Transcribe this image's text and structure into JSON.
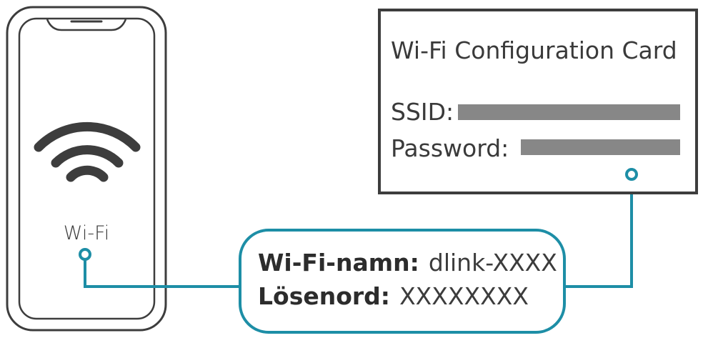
{
  "phone": {
    "wifi_label": "Wi-Fi"
  },
  "card": {
    "title": "Wi-Fi Configuration Card",
    "ssid_label": "SSID:",
    "password_label": "Password:"
  },
  "bubble": {
    "name_label": "Wi-Fi-namn:",
    "name_value": "dlink-XXXX",
    "password_label": "Lösenord:",
    "password_value": "XXXXXXXX"
  },
  "colors": {
    "phone_stroke": "#3d3d3d",
    "card_stroke": "#3d3d3d",
    "connector": "#1d8ea6",
    "redacted_bar": "#878787",
    "text": "#3a3a3a"
  },
  "icons": {
    "wifi": "wifi-signal-icon",
    "connector_point": "connector-dot-icon"
  }
}
